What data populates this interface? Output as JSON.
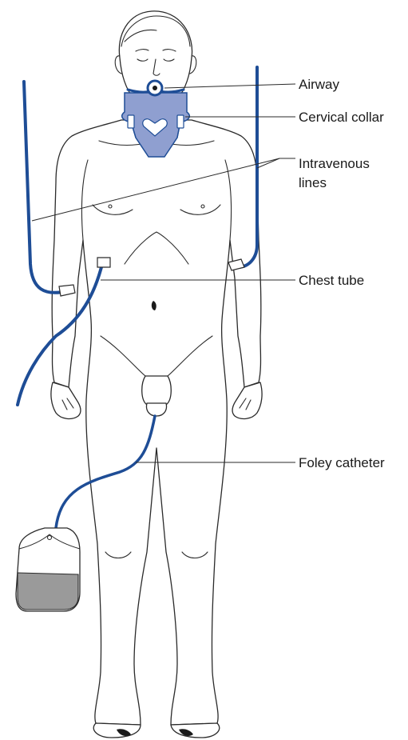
{
  "labels": {
    "airway": "Airway",
    "cervical_collar": "Cervical collar",
    "intravenous_line_1": "Intravenous",
    "intravenous_line_2": "lines",
    "chest_tube": "Chest tube",
    "foley_catheter": "Foley catheter"
  },
  "colors": {
    "tube": "#1e4d96",
    "collar_fill": "#8f9fd0",
    "collar_stroke": "#1e4d96",
    "bag_fluid": "#9a9a9a",
    "line": "#2a2a2a"
  },
  "icons": {
    "airway": "airway-tube-icon",
    "collar": "cervical-collar-icon",
    "bag": "urine-drainage-bag-icon"
  }
}
